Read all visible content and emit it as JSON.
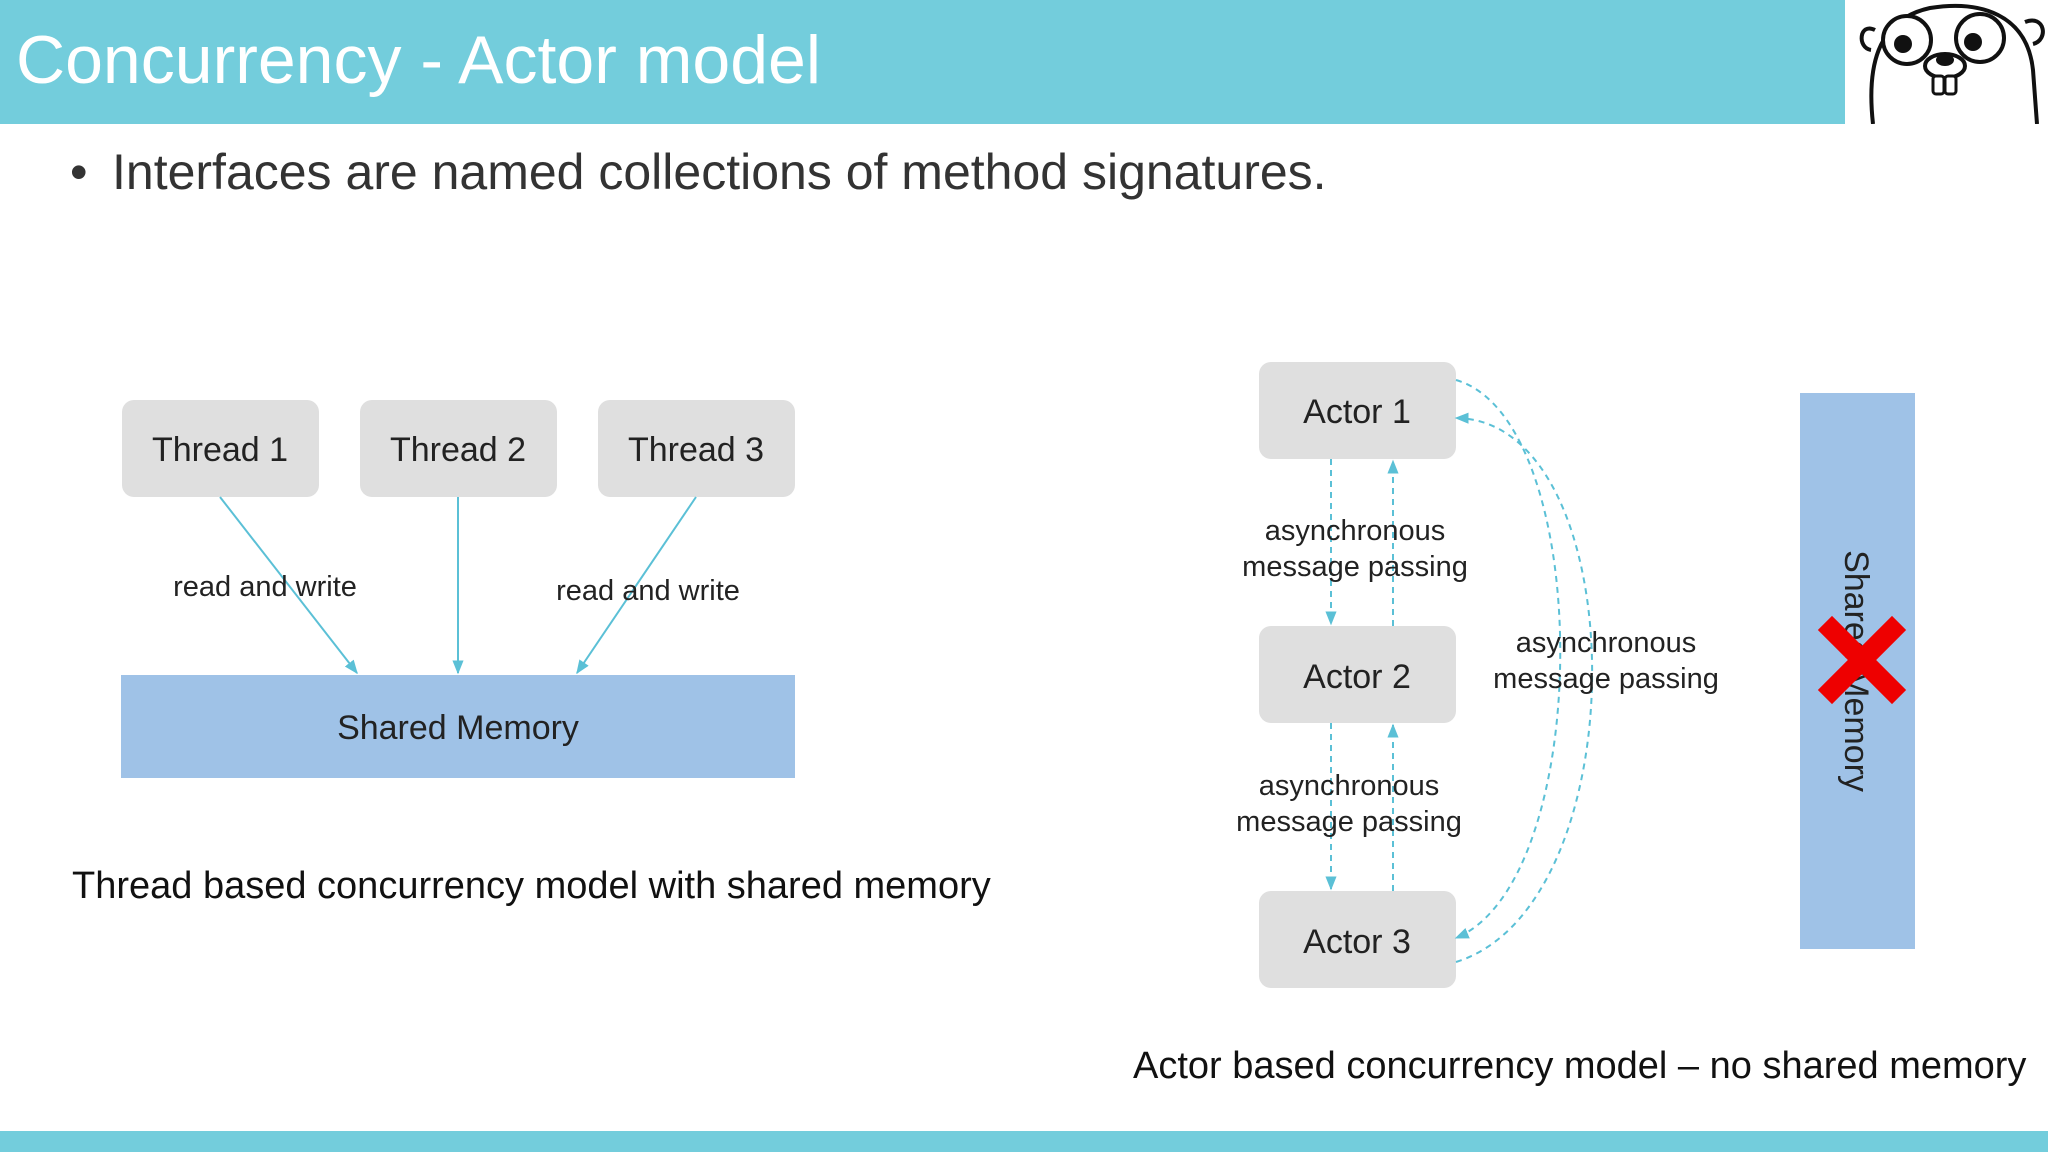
{
  "slide": {
    "title": "Concurrency - Actor model",
    "bullet_symbol": "•",
    "bullet": "Interfaces are named collections of method signatures.",
    "logo_icon": "gopher-mascot"
  },
  "colors": {
    "header": "#73cddc",
    "node_fill": "#dfdfdf",
    "memory_fill": "#9fc2e7",
    "edge": "#5bc0d6",
    "cross": "#ee0000"
  },
  "thread_diagram": {
    "threads": [
      "Thread 1",
      "Thread 2",
      "Thread 3"
    ],
    "memory_label": "Shared Memory",
    "edge_label_left": "read and write",
    "edge_label_right": "read and write",
    "caption": "Thread based concurrency model with shared memory"
  },
  "actor_diagram": {
    "actors": [
      "Actor 1",
      "Actor 2",
      "Actor 3"
    ],
    "edge_label_top": [
      "asynchronous",
      "message passing"
    ],
    "edge_label_bottom": [
      "asynchronous",
      "message passing"
    ],
    "edge_label_side": [
      "asynchronous",
      "message passing"
    ],
    "memory_label": "Shared Memory",
    "caption": "Actor based concurrency model – no shared memory",
    "cross_icon": "red-x-cross-icon"
  }
}
